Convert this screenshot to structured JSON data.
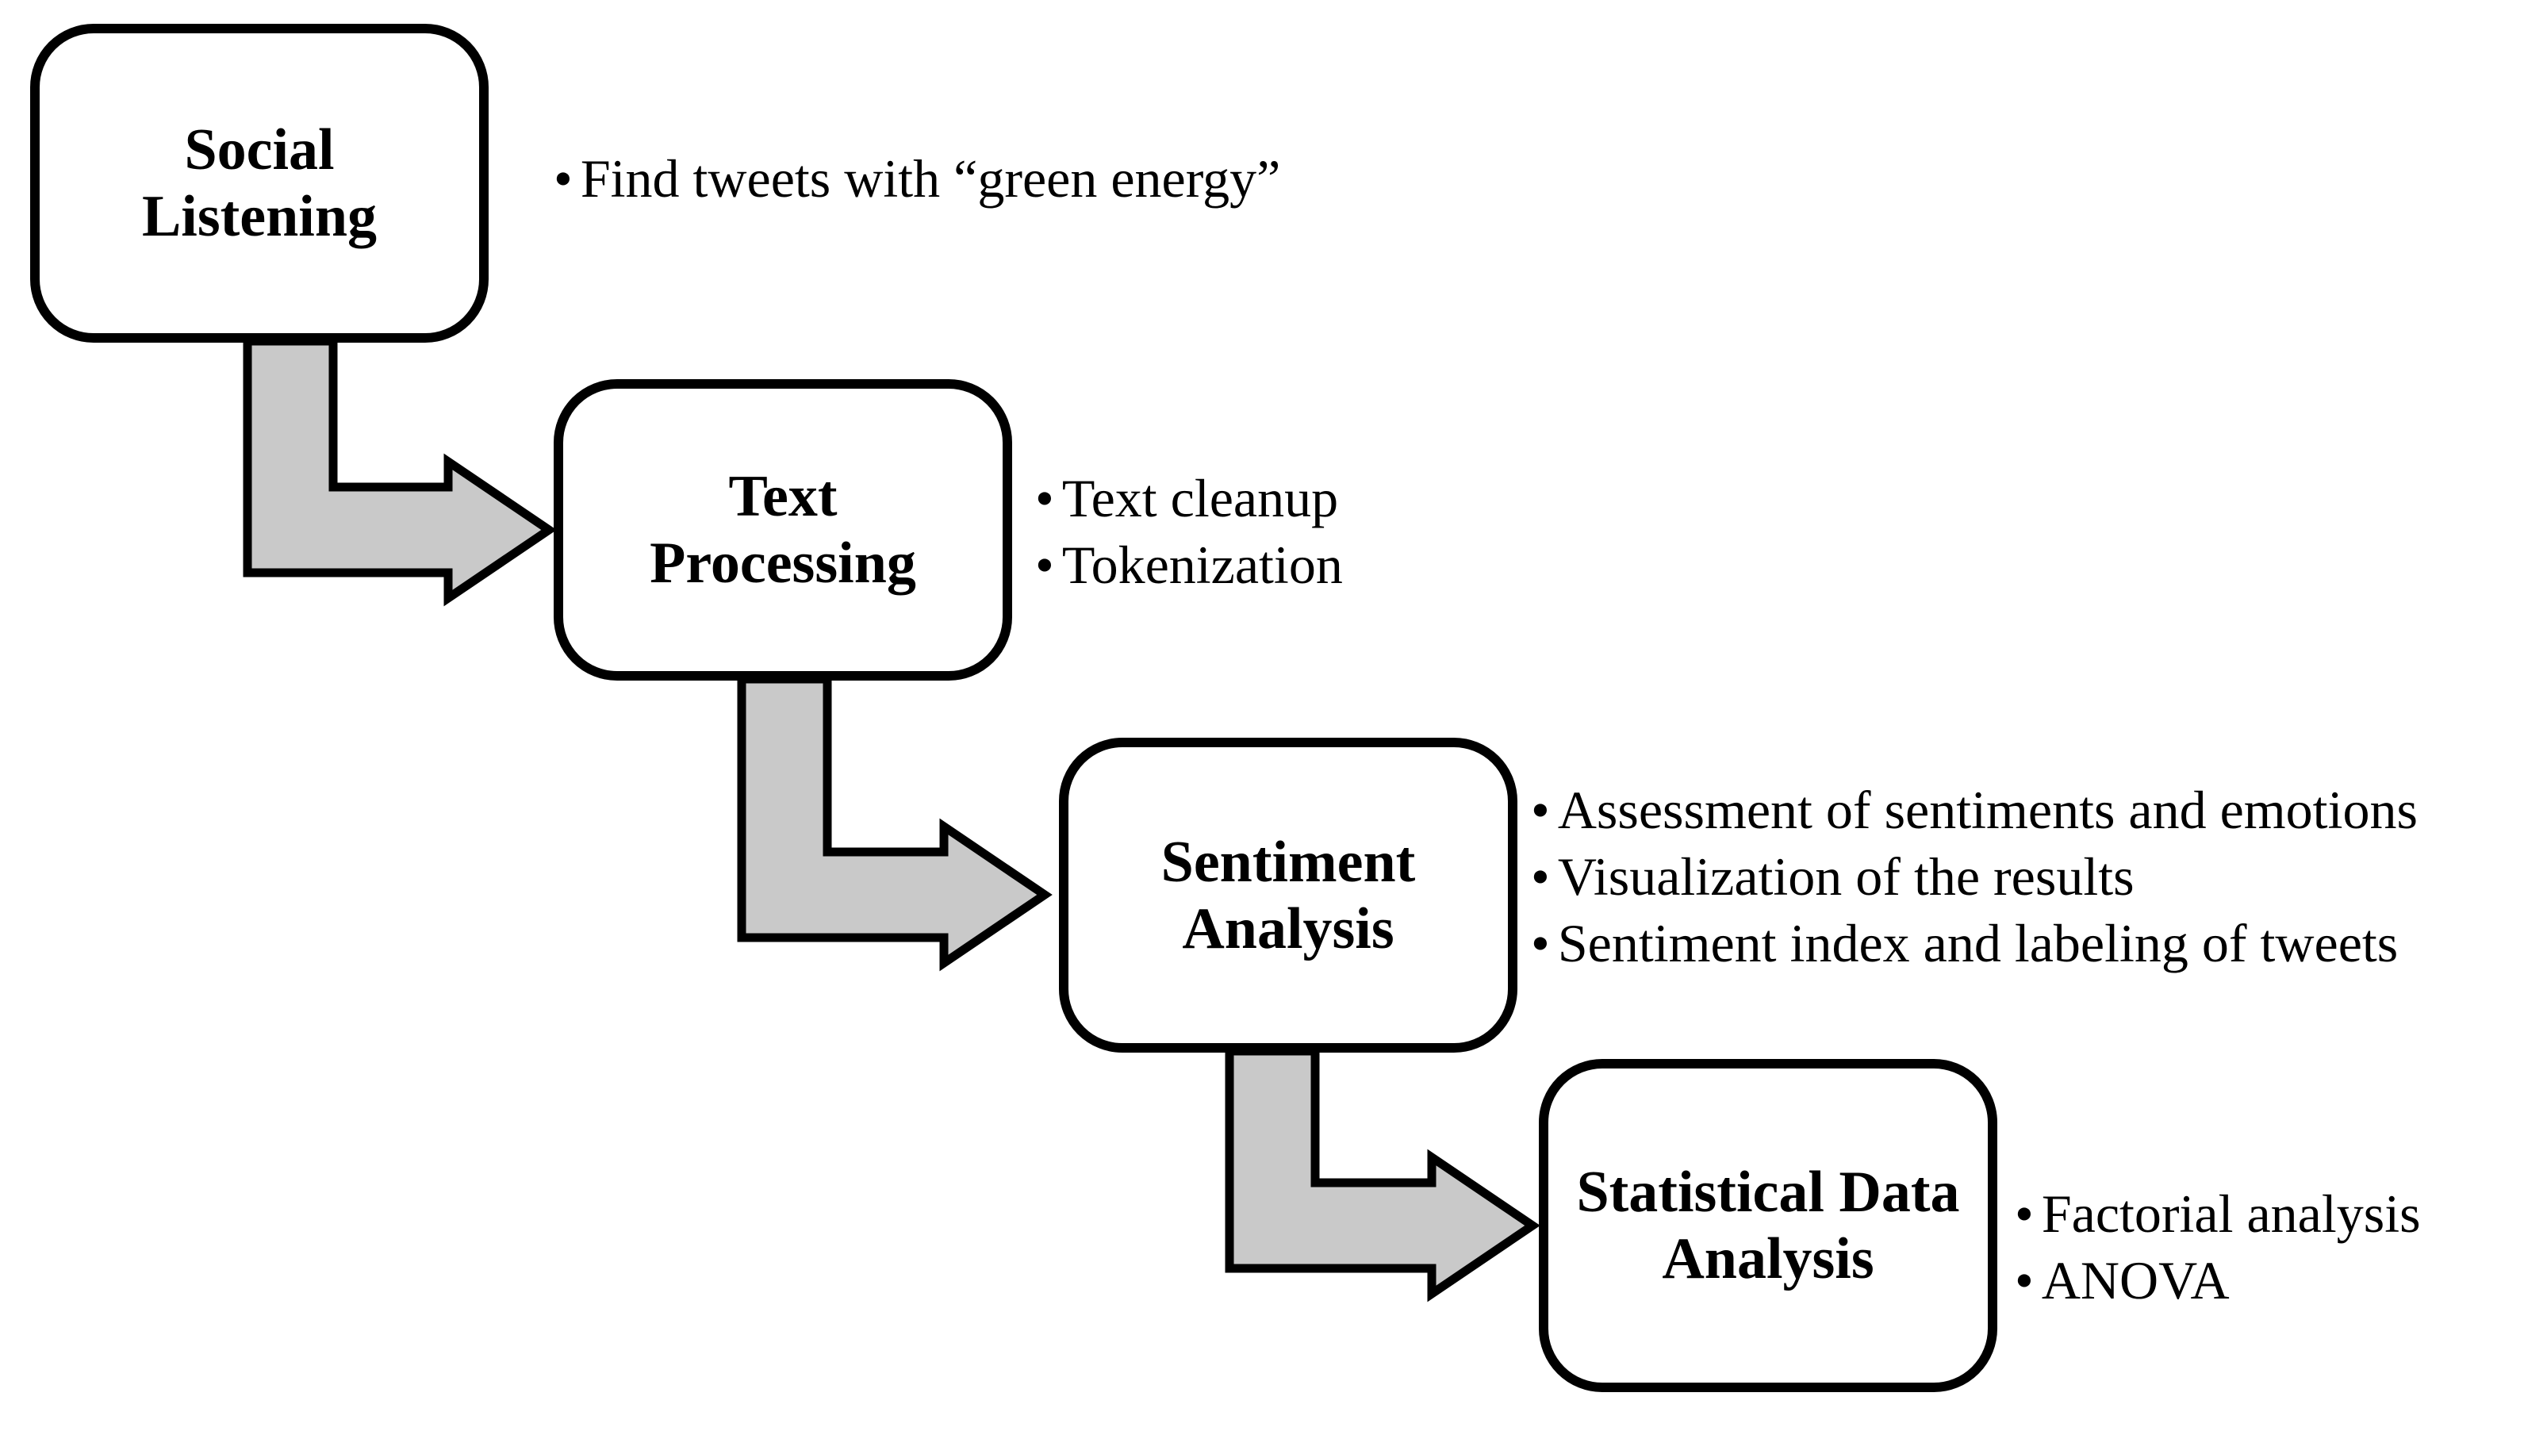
{
  "bullet_char": "•",
  "diagram": {
    "type": "process-flow",
    "steps": [
      {
        "id": "social-listening",
        "title_lines": [
          "Social",
          "Listening"
        ],
        "bullets": [
          "Find tweets with “green energy”"
        ]
      },
      {
        "id": "text-processing",
        "title_lines": [
          "Text",
          "Processing"
        ],
        "bullets": [
          "Text cleanup",
          "Tokenization"
        ]
      },
      {
        "id": "sentiment-analysis",
        "title_lines": [
          "Sentiment",
          "Analysis"
        ],
        "bullets": [
          "Assessment of sentiments and emotions",
          "Visualization of the results",
          "Sentiment index and labeling of tweets"
        ]
      },
      {
        "id": "statistical-data-analysis",
        "title_lines": [
          "Statistical Data",
          "Analysis"
        ],
        "bullets": [
          "Factorial analysis",
          "ANOVA"
        ]
      }
    ],
    "colors": {
      "box_border": "#000000",
      "box_fill": "#ffffff",
      "arrow_fill": "#c9c9c9",
      "arrow_stroke": "#000000",
      "text": "#000000"
    }
  }
}
